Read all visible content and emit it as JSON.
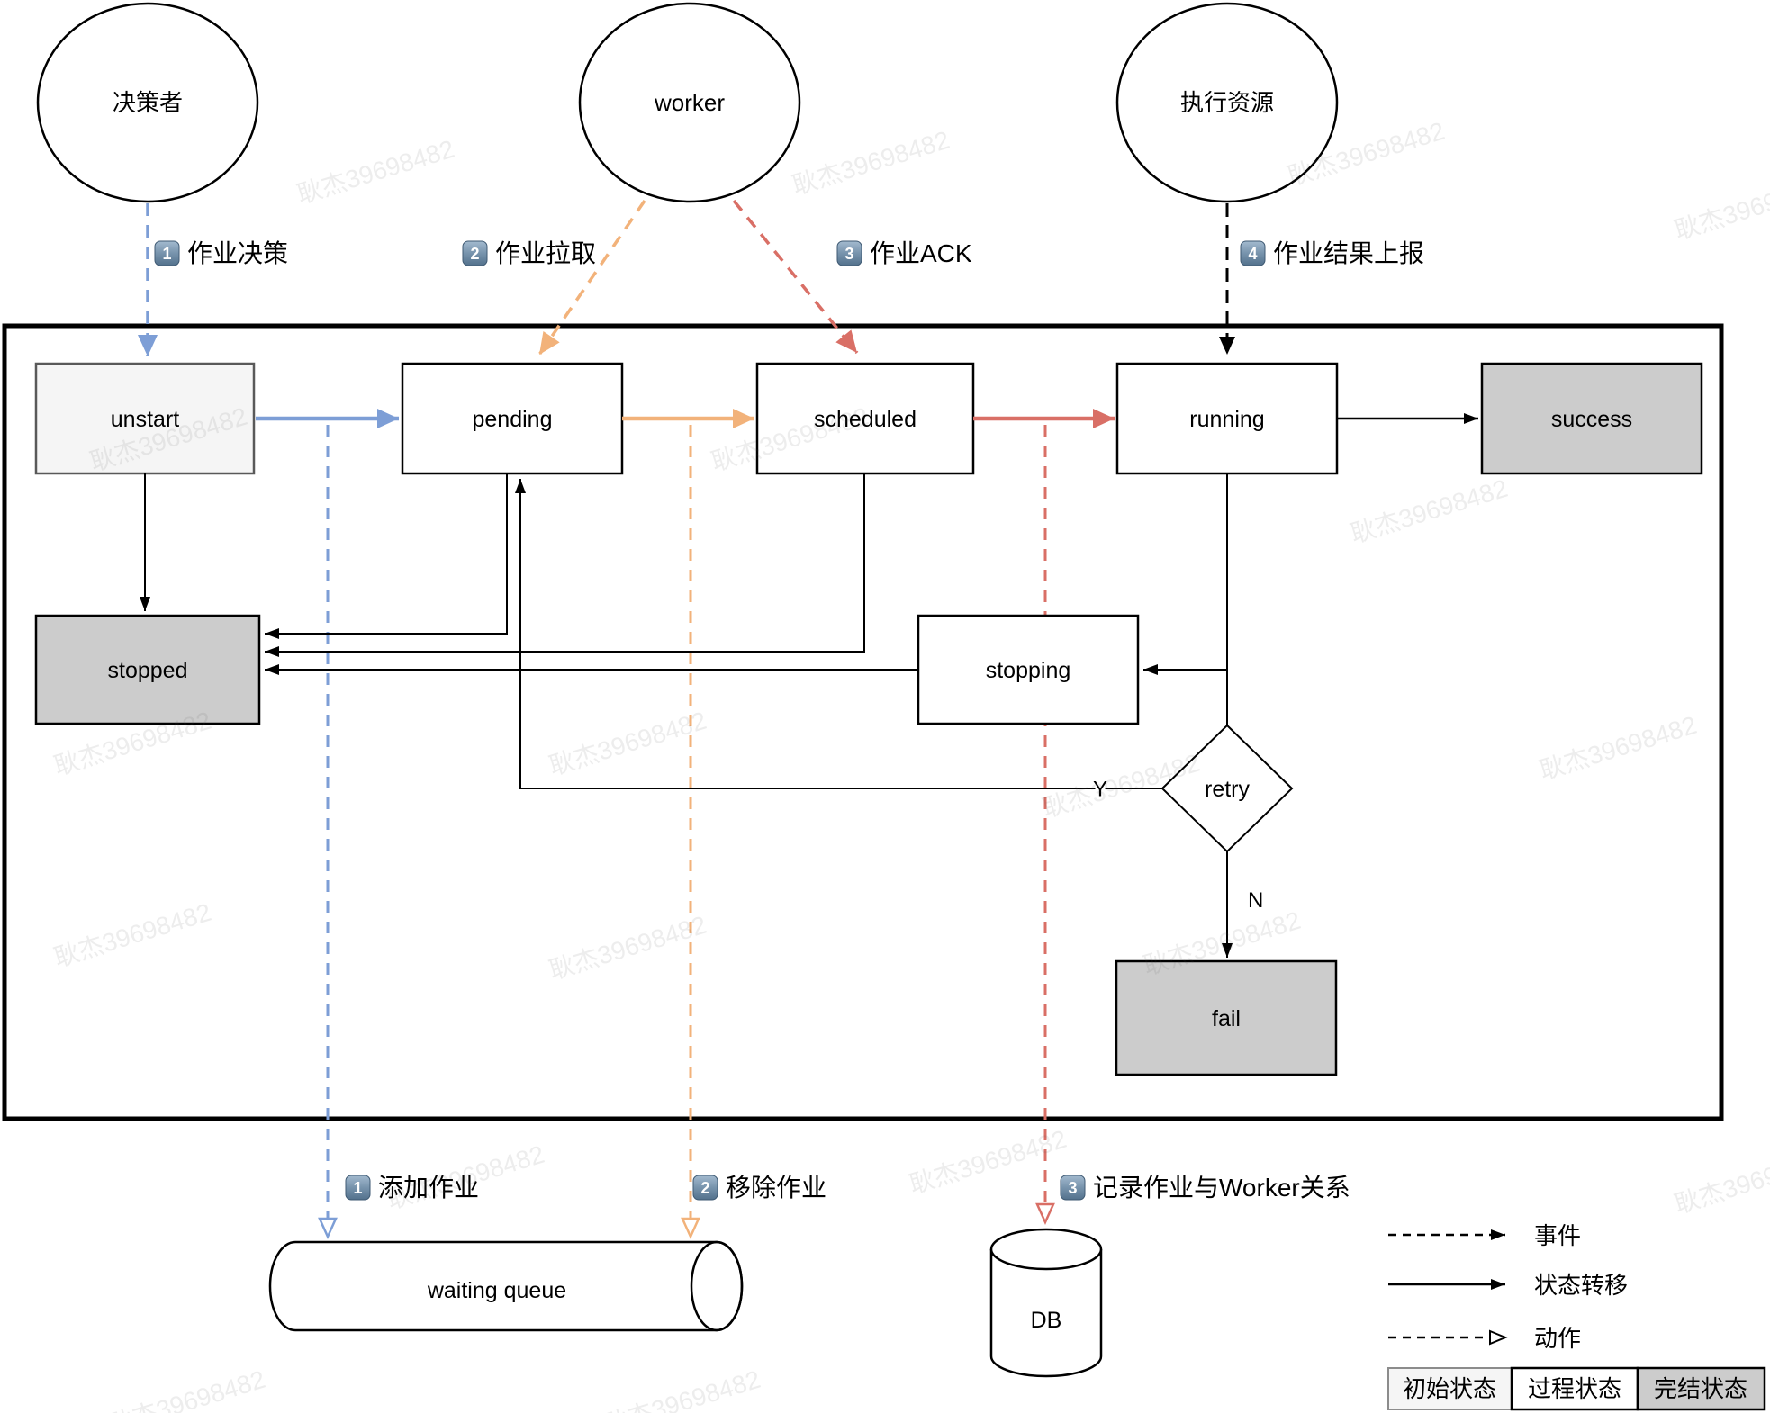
{
  "actors": [
    {
      "label": "决策者"
    },
    {
      "label": "worker"
    },
    {
      "label": "执行资源"
    }
  ],
  "events": [
    {
      "num": "1",
      "label": "作业决策"
    },
    {
      "num": "2",
      "label": "作业拉取"
    },
    {
      "num": "3",
      "label": "作业ACK"
    },
    {
      "num": "4",
      "label": "作业结果上报"
    }
  ],
  "states": {
    "unstart": "unstart",
    "pending": "pending",
    "scheduled": "scheduled",
    "running": "running",
    "success": "success",
    "stopped": "stopped",
    "stopping": "stopping",
    "retry": "retry",
    "fail": "fail"
  },
  "branch": {
    "yes": "Y",
    "no": "N"
  },
  "actions": [
    {
      "num": "1",
      "label": "添加作业"
    },
    {
      "num": "2",
      "label": "移除作业"
    },
    {
      "num": "3",
      "label": "记录作业与Worker关系"
    }
  ],
  "storage": {
    "queue": "waiting queue",
    "db": "DB"
  },
  "legend": {
    "event": "事件",
    "transition": "状态转移",
    "action": "动作",
    "initial": "初始状态",
    "process": "过程状态",
    "final": "完结状态"
  },
  "watermark": {
    "text": "耿杰39698482"
  },
  "colors": {
    "blue": "#7D9ED6",
    "orange": "#F2B27A",
    "red": "#D96F66",
    "black": "#000000",
    "final_fill": "#CCCCCC",
    "initial_fill": "#F5F5F5"
  }
}
